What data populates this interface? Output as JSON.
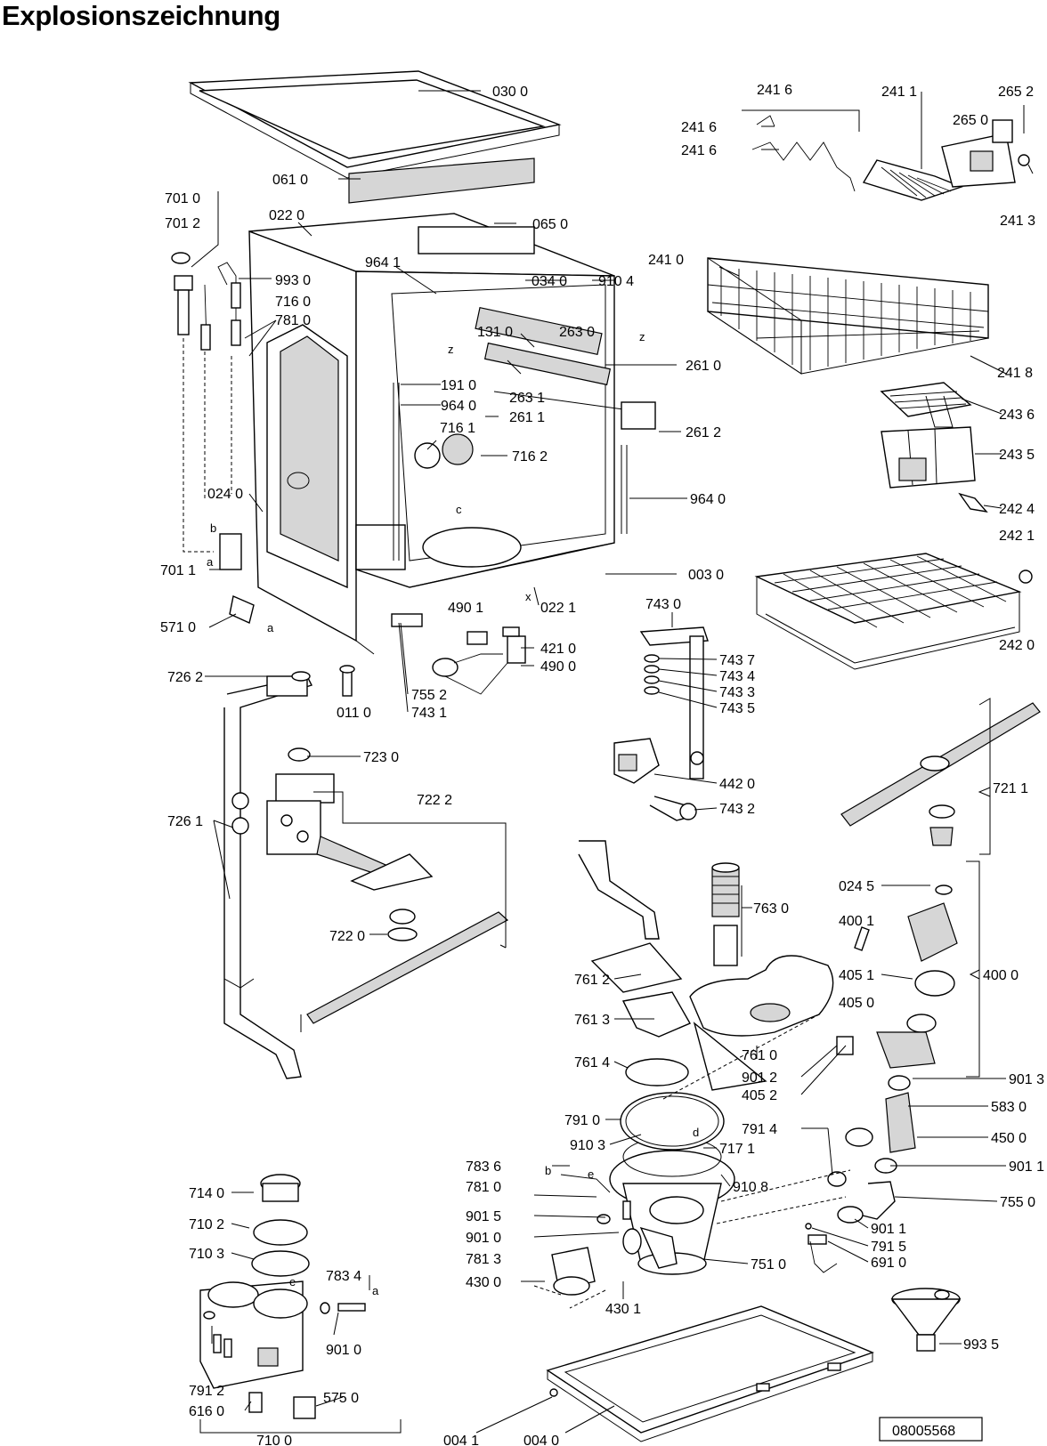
{
  "title": "Explosionszeichnung",
  "document_number": "08005568",
  "labels": [
    {
      "id": "l0300",
      "text": "030 0"
    },
    {
      "id": "l0610",
      "text": "061 0"
    },
    {
      "id": "l7010",
      "text": "701 0"
    },
    {
      "id": "l7012",
      "text": "701 2"
    },
    {
      "id": "l0220",
      "text": "022 0"
    },
    {
      "id": "l0650",
      "text": "065 0"
    },
    {
      "id": "l9641",
      "text": "964 1"
    },
    {
      "id": "l9930",
      "text": "993 0"
    },
    {
      "id": "l0340",
      "text": "034 0"
    },
    {
      "id": "l9104",
      "text": "910 4"
    },
    {
      "id": "l7160",
      "text": "716 0"
    },
    {
      "id": "l7810",
      "text": "781 0"
    },
    {
      "id": "l1310",
      "text": "131 0"
    },
    {
      "id": "l2630",
      "text": "263 0"
    },
    {
      "id": "l2610",
      "text": "261 0"
    },
    {
      "id": "l1910",
      "text": "191 0"
    },
    {
      "id": "l2631",
      "text": "263 1"
    },
    {
      "id": "l9640a",
      "text": "964 0"
    },
    {
      "id": "l2611",
      "text": "261 1"
    },
    {
      "id": "l7161",
      "text": "716 1"
    },
    {
      "id": "l2612",
      "text": "261 2"
    },
    {
      "id": "l7162",
      "text": "716 2"
    },
    {
      "id": "l0240",
      "text": "024 0"
    },
    {
      "id": "l9640b",
      "text": "964 0"
    },
    {
      "id": "l0030",
      "text": "003 0"
    },
    {
      "id": "l7011",
      "text": "701 1"
    },
    {
      "id": "l4901",
      "text": "490 1"
    },
    {
      "id": "l0221",
      "text": "022 1"
    },
    {
      "id": "l5710",
      "text": "571 0"
    },
    {
      "id": "l4210",
      "text": "421 0"
    },
    {
      "id": "l4900",
      "text": "490 0"
    },
    {
      "id": "l7262",
      "text": "726 2"
    },
    {
      "id": "l7552",
      "text": "755 2"
    },
    {
      "id": "l0110",
      "text": "011 0"
    },
    {
      "id": "l7431",
      "text": "743 1"
    },
    {
      "id": "l2416a",
      "text": "241 6"
    },
    {
      "id": "l2416b",
      "text": "241 6"
    },
    {
      "id": "l2416c",
      "text": "241 6"
    },
    {
      "id": "l2411",
      "text": "241 1"
    },
    {
      "id": "l2652",
      "text": "265 2"
    },
    {
      "id": "l2650",
      "text": "265 0"
    },
    {
      "id": "l2413",
      "text": "241 3"
    },
    {
      "id": "l2410",
      "text": "241 0"
    },
    {
      "id": "l2418",
      "text": "241 8"
    },
    {
      "id": "l2436",
      "text": "243 6"
    },
    {
      "id": "l2435",
      "text": "243 5"
    },
    {
      "id": "l2424",
      "text": "242 4"
    },
    {
      "id": "l2421",
      "text": "242 1"
    },
    {
      "id": "l2420",
      "text": "242 0"
    },
    {
      "id": "l7430",
      "text": "743 0"
    },
    {
      "id": "l7437",
      "text": "743 7"
    },
    {
      "id": "l7434",
      "text": "743 4"
    },
    {
      "id": "l7433",
      "text": "743 3"
    },
    {
      "id": "l7435",
      "text": "743 5"
    },
    {
      "id": "l4420",
      "text": "442 0"
    },
    {
      "id": "l7432",
      "text": "743 2"
    },
    {
      "id": "l7230",
      "text": "723 0"
    },
    {
      "id": "l7222",
      "text": "722 2"
    },
    {
      "id": "l7261",
      "text": "726 1"
    },
    {
      "id": "l7220",
      "text": "722 0"
    },
    {
      "id": "l7211",
      "text": "721 1"
    },
    {
      "id": "l0245",
      "text": "024 5"
    },
    {
      "id": "l4001",
      "text": "400 1"
    },
    {
      "id": "l4000",
      "text": "400 0"
    },
    {
      "id": "l4051",
      "text": "405 1"
    },
    {
      "id": "l4050",
      "text": "405 0"
    },
    {
      "id": "l7630",
      "text": "763 0"
    },
    {
      "id": "l7612",
      "text": "761 2"
    },
    {
      "id": "l7613",
      "text": "761 3"
    },
    {
      "id": "l7614",
      "text": "761 4"
    },
    {
      "id": "l7610",
      "text": "761 0"
    },
    {
      "id": "l9012",
      "text": "901 2"
    },
    {
      "id": "l4052",
      "text": "405 2"
    },
    {
      "id": "l9013",
      "text": "901 3"
    },
    {
      "id": "l5830",
      "text": "583 0"
    },
    {
      "id": "l4500",
      "text": "450 0"
    },
    {
      "id": "l9011a",
      "text": "901 1"
    },
    {
      "id": "l7550",
      "text": "755 0"
    },
    {
      "id": "l9011b",
      "text": "901 1"
    },
    {
      "id": "l7915",
      "text": "791 5"
    },
    {
      "id": "l6910",
      "text": "691 0"
    },
    {
      "id": "l7914",
      "text": "791 4"
    },
    {
      "id": "l7910",
      "text": "791 0"
    },
    {
      "id": "l9103",
      "text": "910 3"
    },
    {
      "id": "l7171",
      "text": "717 1"
    },
    {
      "id": "l7836",
      "text": "783 6"
    },
    {
      "id": "l9108",
      "text": "910 8"
    },
    {
      "id": "l7810b",
      "text": "781 0"
    },
    {
      "id": "l9015",
      "text": "901 5"
    },
    {
      "id": "l9010a",
      "text": "901 0"
    },
    {
      "id": "l7813",
      "text": "781 3"
    },
    {
      "id": "l7510",
      "text": "751 0"
    },
    {
      "id": "l4300",
      "text": "430 0"
    },
    {
      "id": "l4301",
      "text": "430 1"
    },
    {
      "id": "l7140",
      "text": "714 0"
    },
    {
      "id": "l7102",
      "text": "710 2"
    },
    {
      "id": "l7103",
      "text": "710 3"
    },
    {
      "id": "l7834",
      "text": "783 4"
    },
    {
      "id": "l9010b",
      "text": "901 0"
    },
    {
      "id": "l7912",
      "text": "791 2"
    },
    {
      "id": "l5750",
      "text": "575 0"
    },
    {
      "id": "l6160",
      "text": "616 0"
    },
    {
      "id": "l7100",
      "text": "710 0"
    },
    {
      "id": "l9935",
      "text": "993 5"
    },
    {
      "id": "l0041",
      "text": "004 1"
    },
    {
      "id": "l0040",
      "text": "004 0"
    }
  ],
  "connection_letters": [
    {
      "id": "cz1",
      "text": "z"
    },
    {
      "id": "cz2",
      "text": "z"
    },
    {
      "id": "cc",
      "text": "c"
    },
    {
      "id": "cx",
      "text": "x"
    },
    {
      "id": "cb1",
      "text": "b"
    },
    {
      "id": "ca1",
      "text": "a"
    },
    {
      "id": "ca2",
      "text": "a"
    },
    {
      "id": "cd",
      "text": "d"
    },
    {
      "id": "cb2",
      "text": "b"
    },
    {
      "id": "ce1",
      "text": "e"
    },
    {
      "id": "ce2",
      "text": "e"
    },
    {
      "id": "ca3",
      "text": "a"
    }
  ]
}
